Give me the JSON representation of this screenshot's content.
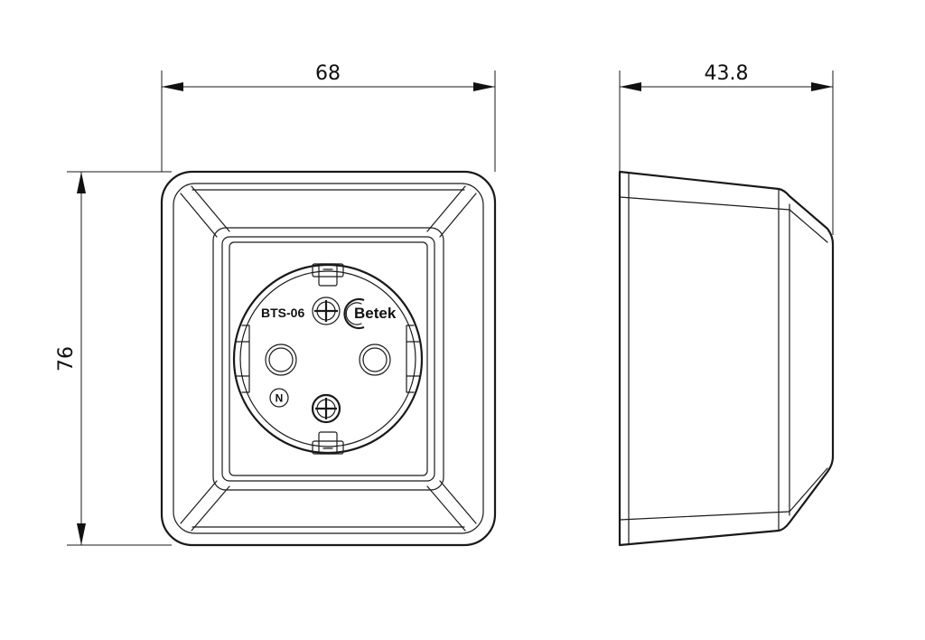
{
  "dimensions": {
    "front_width": "68",
    "front_height": "76",
    "side_depth": "43.8"
  },
  "socket": {
    "model_label": "BTS-06",
    "brand_label": "Betek",
    "neutral_mark": "N"
  }
}
